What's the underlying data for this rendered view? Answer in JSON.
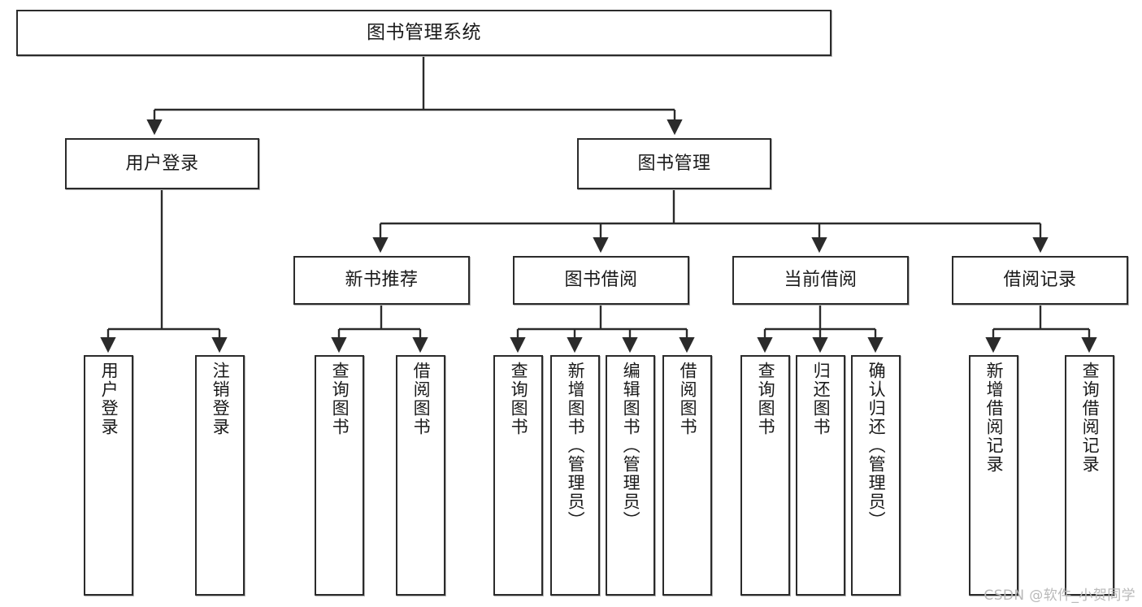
{
  "diagram": {
    "title": "图书管理系统",
    "type": "tree",
    "orientation": "top-down",
    "colors": {
      "box_border": "#2b2b2b",
      "box_fill": "#ffffff",
      "connector": "#2b2b2b",
      "background": "#ffffff",
      "watermark": "#b9b9b9"
    },
    "root": {
      "label": "图书管理系统"
    },
    "level2": [
      {
        "label": "用户登录"
      },
      {
        "label": "图书管理"
      }
    ],
    "level3": [
      {
        "label": "新书推荐"
      },
      {
        "label": "图书借阅"
      },
      {
        "label": "当前借阅"
      },
      {
        "label": "借阅记录"
      }
    ],
    "leaves": {
      "user_login": [
        {
          "label": "用户登录"
        },
        {
          "label": "注销登录"
        }
      ],
      "new_book": [
        {
          "label": "查询图书"
        },
        {
          "label": "借阅图书"
        }
      ],
      "book_borrow": [
        {
          "label": "查询图书"
        },
        {
          "label": "新增图书（管理员）"
        },
        {
          "label": "编辑图书（管理员）"
        },
        {
          "label": "借阅图书"
        }
      ],
      "current_borrow": [
        {
          "label": "查询图书"
        },
        {
          "label": "归还图书"
        },
        {
          "label": "确认归还（管理员）"
        }
      ],
      "borrow_record": [
        {
          "label": "新增借阅记录"
        },
        {
          "label": "查询借阅记录"
        }
      ]
    }
  },
  "watermark": {
    "text": "CSDN @软件_小贺同学"
  }
}
